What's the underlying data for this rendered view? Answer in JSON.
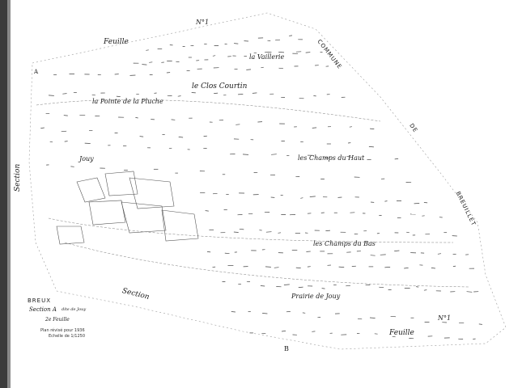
{
  "map": {
    "labels": {
      "feuille_top": "Feuille",
      "no1_top": "N°1",
      "commune": "COMMUNE",
      "de": "DE",
      "breuillet": "BREUILLET",
      "la_vaillerie": "la Vaillerie",
      "clos_courtin": "le Clos Courtin",
      "pointe_pluche": "la Pointe de la Pluche",
      "jouy": "Jouy",
      "champs_haut": "les Champs du Haut",
      "champs_bas": "les Champs du Bas",
      "prairie": "Prairie de Jouy",
      "section_left": "Section",
      "section_bottom": "Section",
      "b_letter": "B",
      "a_letter": "A",
      "no1_bottom": "N°1",
      "feuille_bottom": "Feuille"
    },
    "title_block": {
      "commune_name": "BREUX",
      "section_line": "Section A",
      "dite": "dite de Jouy",
      "feuille_line": "2e Feuille",
      "plan_revise": "Plan révisé pour 1936",
      "echelle": "Echelle de 1/1250"
    }
  }
}
